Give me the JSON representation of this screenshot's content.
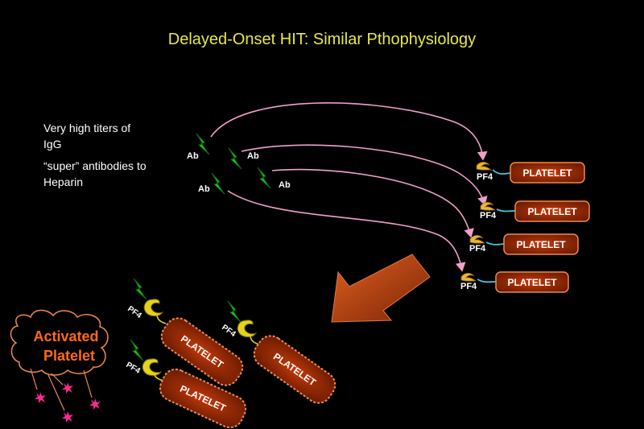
{
  "title": "Delayed-Onset HIT: Similar Pthophysiology",
  "description": {
    "line1": "Very high titers of",
    "line2": "IgG",
    "line3": "“super” antibodies to",
    "line4": "Heparin"
  },
  "labels": {
    "antibody": "Ab",
    "pf4": "PF4",
    "platelet": "PLATELET",
    "activated_line1": "Activated",
    "activated_line2": "Platelet"
  },
  "colors": {
    "title": "#e8e84a",
    "curve": "#f0a0c8",
    "antibody": "#22cc22",
    "platelet_fill": "#9b2a05",
    "platelet_border": "#f08a50",
    "pf4": "#e8b830",
    "connector": "#40c8e8",
    "activated_text": "#ff6a1a",
    "granule": "#ff2a90",
    "big_arrow": "#c84a10"
  },
  "icons": {
    "antibody": "lightning-bolt-icon",
    "pf4": "pf4-protein-icon",
    "granule": "starburst-icon",
    "flow": "down-left-arrow-icon"
  }
}
